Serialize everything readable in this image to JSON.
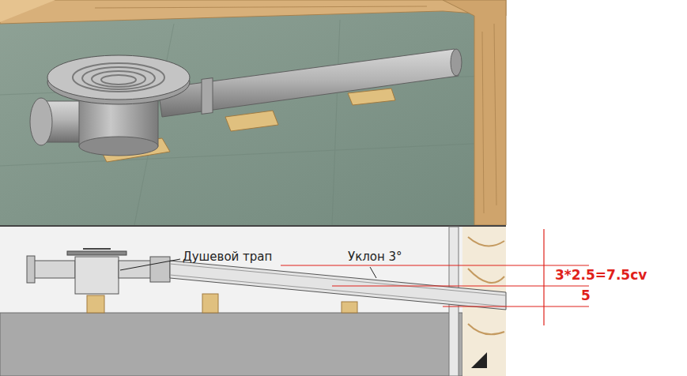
{
  "diagram": {
    "labels": [
      "Душевой трап",
      "Уклон 3°",
      "3*2.5=7.5cv",
      "5"
    ]
  }
}
